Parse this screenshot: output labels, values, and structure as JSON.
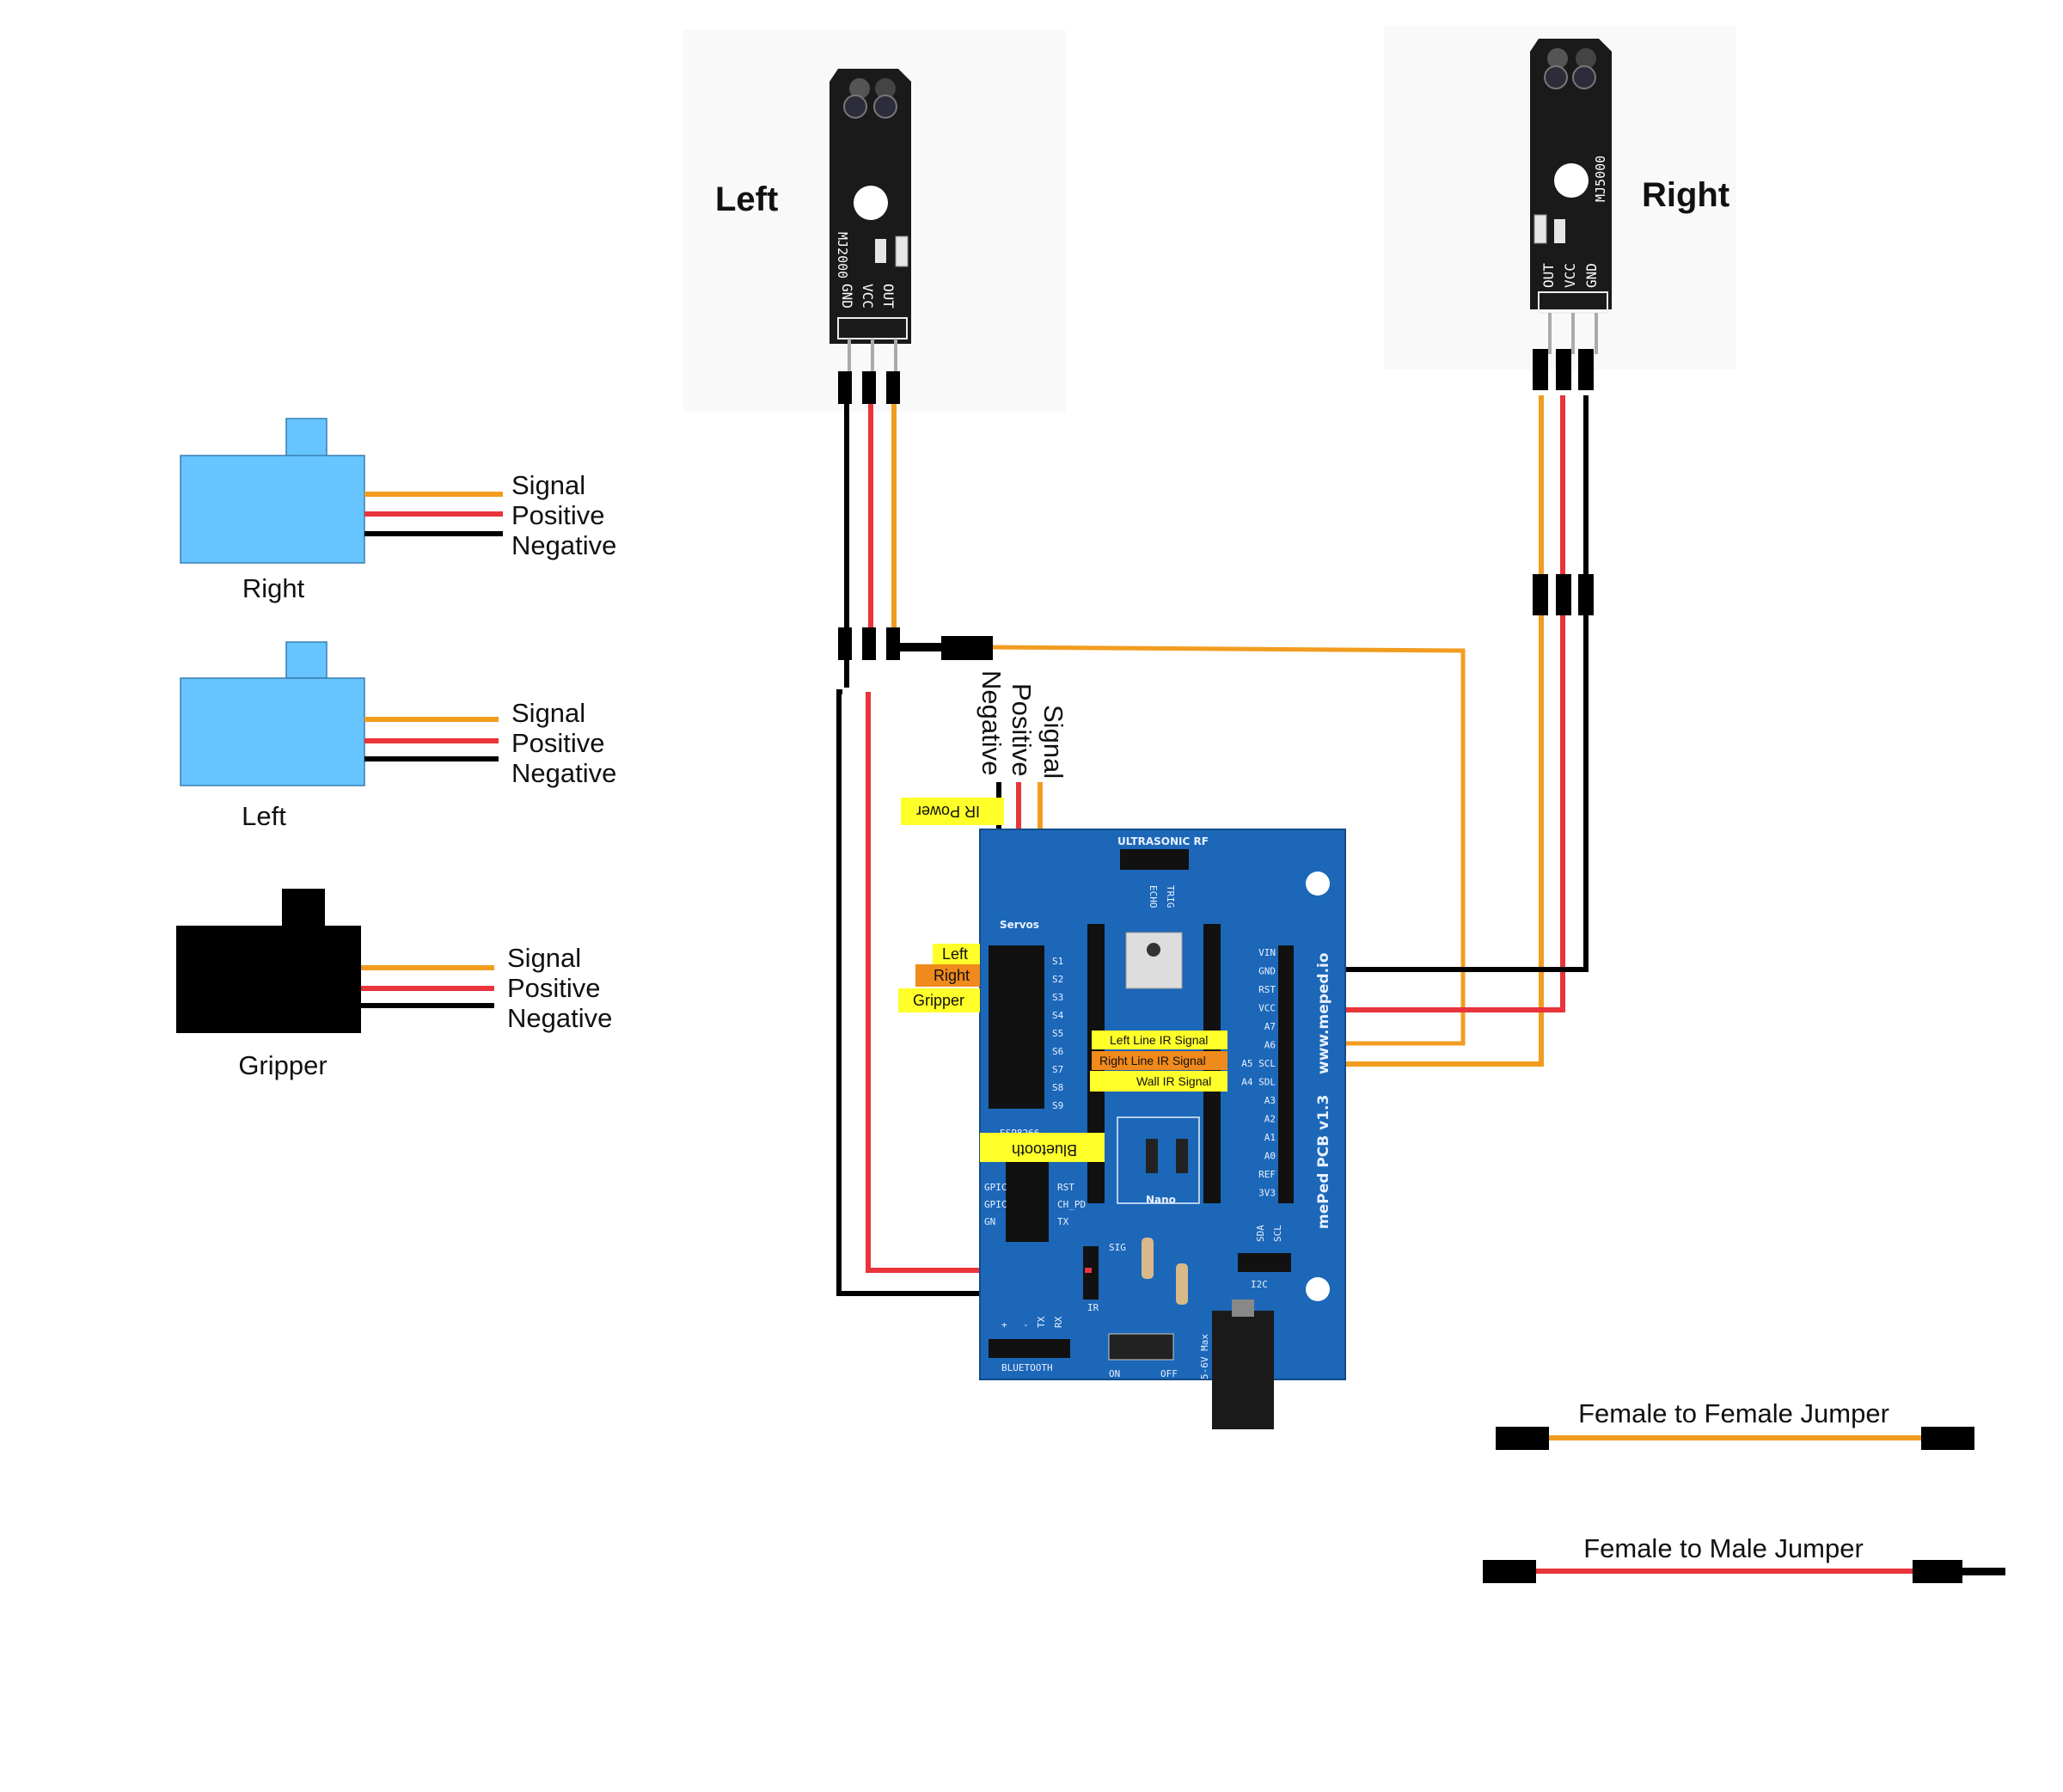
{
  "colors": {
    "signal_wire": "#f29c1f",
    "positive_wire": "#e8343a",
    "negative_wire": "#000000",
    "servo_body": "#66c4ff",
    "gripper_body": "#000000",
    "pcb": "#1c67b8",
    "label_yellow": "#ffff2a",
    "label_orange": "#f08a1c",
    "sensor_board": "#1a1a1a"
  },
  "servos": [
    {
      "name": "Right",
      "wires": [
        "Signal",
        "Positive",
        "Negative"
      ],
      "icon": "servo-icon"
    },
    {
      "name": "Left",
      "wires": [
        "Signal",
        "Positive",
        "Negative"
      ],
      "icon": "servo-icon"
    },
    {
      "name": "Gripper",
      "wires": [
        "Signal",
        "Positive",
        "Negative"
      ],
      "icon": "gripper-servo-icon"
    }
  ],
  "sensors": {
    "left": {
      "title": "Left",
      "model": "MJ2000",
      "pins": [
        "GND",
        "VCC",
        "OUT"
      ]
    },
    "right": {
      "title": "Right",
      "model": "MJ5000",
      "pins": [
        "OUT",
        "VCC",
        "GND"
      ]
    }
  },
  "ir_cable_labels": [
    "Signal",
    "Positive",
    "Negative"
  ],
  "board_labels": {
    "ir_power": "IR Power",
    "servo_left": "Left",
    "servo_right": "Right",
    "servo_gripper": "Gripper",
    "left_line": "Left Line IR Signal",
    "right_line": "Right Line IR Signal",
    "wall_ir": "Wall IR Signal",
    "bluetooth": "Bluetooth"
  },
  "pcb": {
    "name": "mePed PCB v1.3",
    "url": "www.meped.io",
    "ultrasonic": "ULTRASONIC RF",
    "echo": "ECHO",
    "trig": "TRIG",
    "servos": "Servos",
    "servo_pins": [
      "S1",
      "S2",
      "S3",
      "S4",
      "S5",
      "S6",
      "S7",
      "S8",
      "S9"
    ],
    "nano_pins": [
      "VIN",
      "GND",
      "RST",
      "VCC",
      "A7",
      "A6",
      "A5 SCL",
      "A4 SDL",
      "A3",
      "A2",
      "A1",
      "A0",
      "REF",
      "3V3"
    ],
    "nano": "Nano",
    "esp": "ESP8266",
    "esp_pins": [
      "RST",
      "CH_PD",
      "TX"
    ],
    "gpio": [
      "GPIC",
      "GPIC",
      "GN"
    ],
    "i2c": "I2C",
    "sda": "SDA",
    "scl": "SCL",
    "sig": "SIG",
    "ir": "IR",
    "bluetooth": "BLUETOOTH",
    "bt_pins": [
      "+",
      "-",
      "TX",
      "RX"
    ],
    "on": "ON",
    "off": "OFF",
    "voltage": "5-6V Max"
  },
  "legend": {
    "ff": "Female to Female Jumper",
    "fm": "Female to Male Jumper"
  }
}
